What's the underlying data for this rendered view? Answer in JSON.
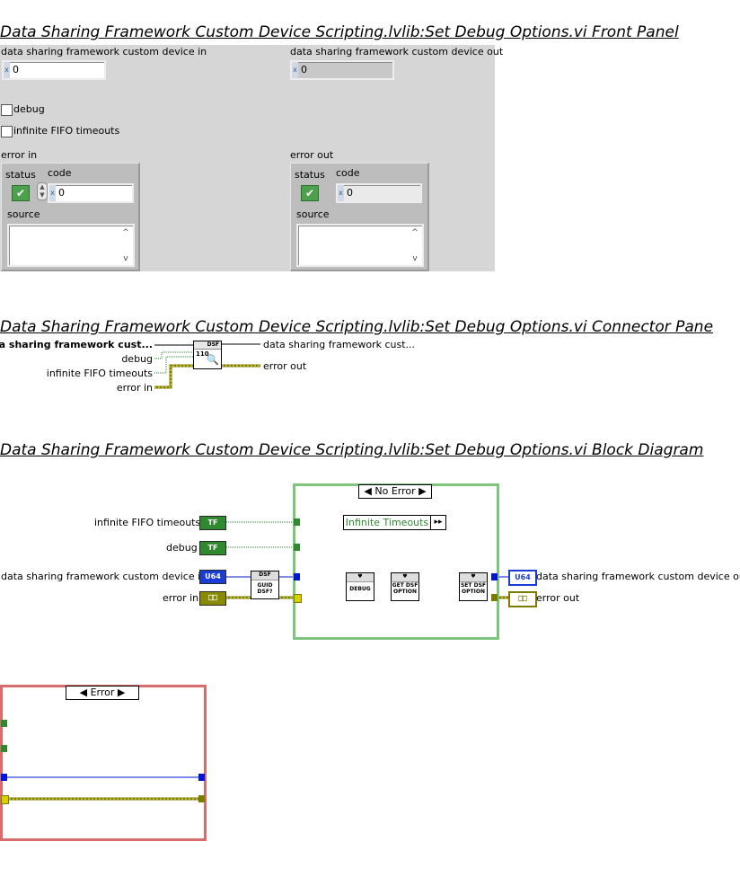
{
  "front_panel": {
    "title": "Data Sharing Framework Custom Device Scripting.lvlib:Set Debug Options.vi Front Panel",
    "device_in_label": "data sharing framework custom device in",
    "device_in_value": "0",
    "device_out_label": "data sharing framework custom device out",
    "device_out_value": "0",
    "debug_label": "debug",
    "fifo_label": "infinite FIFO timeouts",
    "error_in": {
      "label": "error in",
      "status_label": "status",
      "code_label": "code",
      "code_value": "0",
      "source_label": "source"
    },
    "error_out": {
      "label": "error out",
      "status_label": "status",
      "code_label": "code",
      "code_value": "0",
      "source_label": "source"
    },
    "radix_glyph": "x"
  },
  "connector_pane": {
    "title": "Data Sharing Framework Custom Device Scripting.lvlib:Set Debug Options.vi Connector Pane",
    "in_device": "data sharing framework cust...",
    "in_debug": "debug",
    "in_fifo": "infinite FIFO timeouts",
    "in_error": "error in",
    "out_device": "data sharing framework cust...",
    "out_error": "error out",
    "icon_header": "DSF",
    "icon_number": "110"
  },
  "block_diagram": {
    "title": "Data Sharing Framework Custom Device Scripting.lvlib:Set Debug Options.vi Block Diagram",
    "fifo_label": "infinite FIFO timeouts",
    "debug_label": "debug",
    "device_in_label": "data sharing framework custom device in",
    "error_in_label": "error in",
    "device_out_label": "data sharing framework custom device out",
    "error_out_label": "error out",
    "tf_text": "TF",
    "u64_text": "U64",
    "cluster_text": "⎕⎕",
    "subvi_guid": "GUID DSF?",
    "subvi_debug": "DEBUG",
    "subvi_get": "GET DSF OPTION",
    "subvi_set": "SET DSF OPTION",
    "case_no_error": "No Error",
    "case_error": "Error",
    "infinite_timeouts": "Infinite Timeouts",
    "dsf_tag": "DSF"
  },
  "colors": {
    "bool_wire": "#2f8a2f",
    "u64_wire": "#0016d6",
    "error_wire": "#7b7b00",
    "string_wire": "#e200e2",
    "case_green": "#7ec47e",
    "case_red": "#d86b6b"
  }
}
